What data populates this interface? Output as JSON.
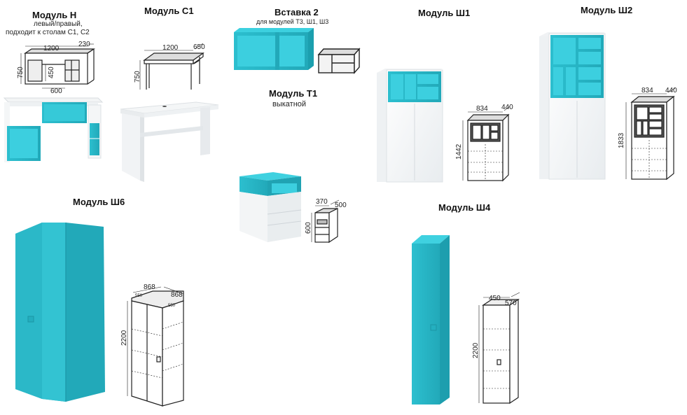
{
  "colors": {
    "accent": "#2bb8c8",
    "accent_dark": "#1a98a8",
    "white": "#f6f7f8",
    "line": "#222222"
  },
  "modules": {
    "n": {
      "title": "Модуль Н",
      "sub1": "левый/правый,",
      "sub2": "подходит к столам С1, С2",
      "w": "1200",
      "d": "230",
      "h": "750",
      "h2": "450",
      "w2": "600"
    },
    "c1": {
      "title": "Модуль С1",
      "w": "1200",
      "d": "650",
      "h": "750"
    },
    "v2": {
      "title": "Вставка 2",
      "sub": "для модулей Т3, Ш1, Ш3"
    },
    "t1": {
      "title": "Модуль Т1",
      "sub": "выкатной",
      "w": "370",
      "d": "500",
      "h": "600"
    },
    "sh1": {
      "title": "Модуль Ш1",
      "w": "834",
      "d": "440",
      "h": "1442"
    },
    "sh2": {
      "title": "Модуль Ш2",
      "w": "834",
      "d": "440",
      "h": "1833"
    },
    "sh6": {
      "title": "Модуль Ш6",
      "w": "868",
      "d": "868",
      "s1": "550",
      "s2": "550",
      "h": "2200"
    },
    "sh4": {
      "title": "Модуль Ш4",
      "w": "450",
      "d": "570",
      "h": "2200"
    }
  }
}
